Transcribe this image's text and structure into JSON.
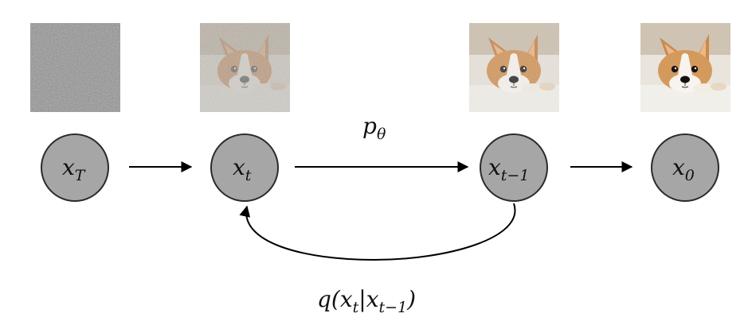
{
  "nodes": [
    {
      "id": "xT",
      "base": "x",
      "sub": "T"
    },
    {
      "id": "xt",
      "base": "x",
      "sub": "t"
    },
    {
      "id": "xt1",
      "base": "x",
      "sub": "t−1"
    },
    {
      "id": "x0",
      "base": "x",
      "sub": "0"
    }
  ],
  "forward_label": {
    "base": "p",
    "sub": "θ"
  },
  "reverse_label": {
    "text": "q(x",
    "sub1": "t",
    "mid": "|x",
    "sub2": "t−1",
    "end": ")"
  },
  "images": [
    {
      "stage": "x_T",
      "noise_level": 1.0
    },
    {
      "stage": "x_t",
      "noise_level": 0.55
    },
    {
      "stage": "x_t-1",
      "noise_level": 0.18
    },
    {
      "stage": "x_0",
      "noise_level": 0.0
    }
  ],
  "colors": {
    "node_fill": "#a6a6a6",
    "node_stroke": "#2b2b2b",
    "arrow": "#000000"
  }
}
